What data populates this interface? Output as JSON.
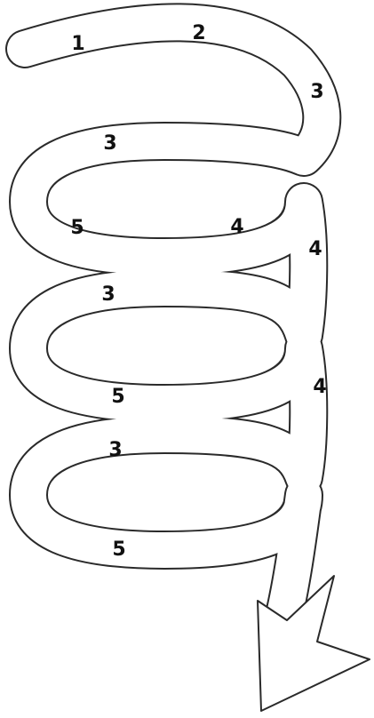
{
  "colors": {
    "background": "#ffffff",
    "outline": "#2a2a2a",
    "fill": "#ffffff",
    "label": "#111111"
  },
  "labels": [
    {
      "id": "label-1",
      "text": "1"
    },
    {
      "id": "label-2",
      "text": "2"
    },
    {
      "id": "label-3-upper-right",
      "text": "3"
    },
    {
      "id": "label-3-coil1",
      "text": "3"
    },
    {
      "id": "label-5-coil1",
      "text": "5"
    },
    {
      "id": "label-4-coil1",
      "text": "4"
    },
    {
      "id": "label-4-right-1",
      "text": "4"
    },
    {
      "id": "label-3-coil2",
      "text": "3"
    },
    {
      "id": "label-5-coil2",
      "text": "5"
    },
    {
      "id": "label-4-right-2",
      "text": "4"
    },
    {
      "id": "label-3-coil3",
      "text": "3"
    },
    {
      "id": "label-5-coil3",
      "text": "5"
    }
  ]
}
